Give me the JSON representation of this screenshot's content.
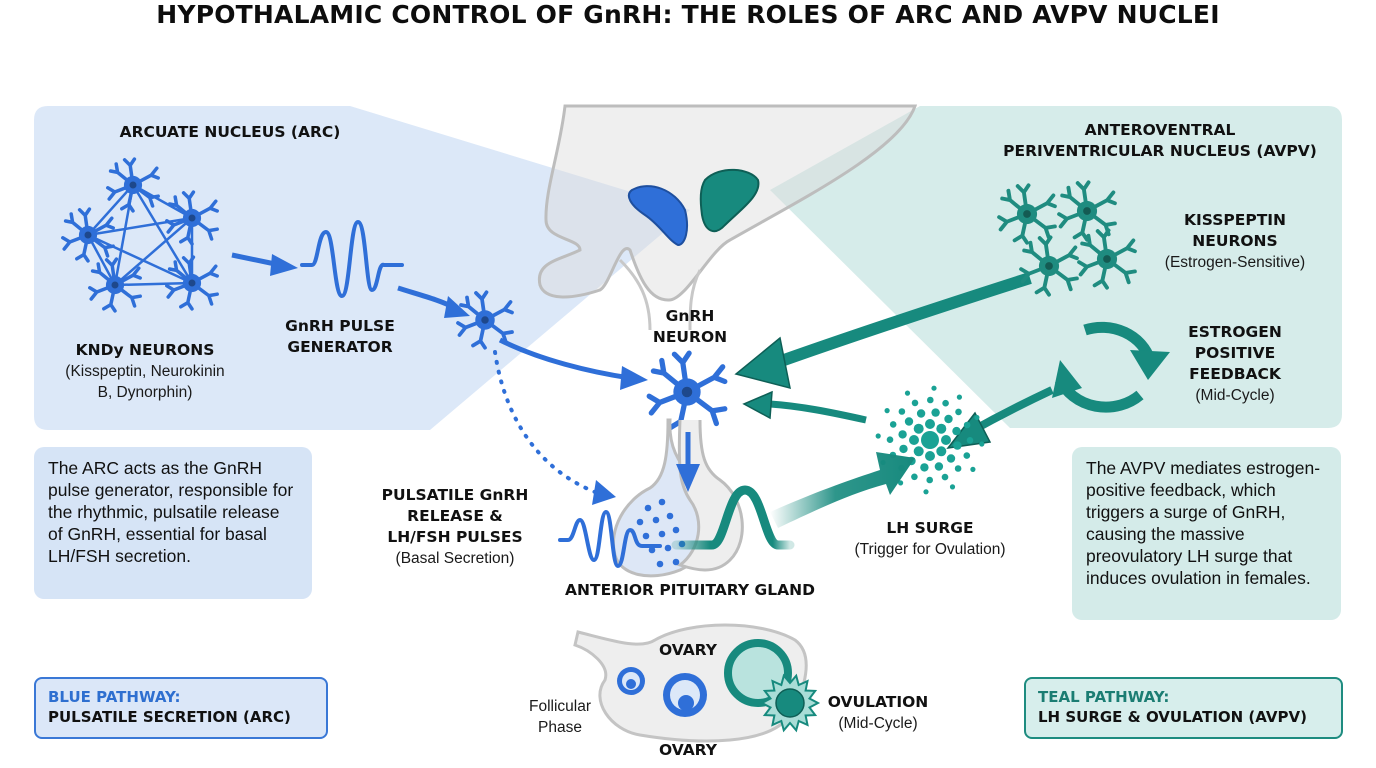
{
  "title": "HYPOTHALAMIC CONTROL OF GnRH: THE ROLES OF ARC AND AVPV NUCLEI",
  "colors": {
    "blue_accent": "#2f6fd8",
    "blue_panel": "#dce8f8",
    "teal_accent": "#178a7e",
    "teal_panel": "#d6ecea",
    "gray_outline": "#bdbdbd"
  },
  "arc": {
    "heading": "ARCUATE NUCLEUS (ARC)",
    "kndy_title": "KNDy NEURONS",
    "kndy_sub_1": "(Kisspeptin, Neurokinin",
    "kndy_sub_2": "B, Dynorphin)",
    "pulse_gen_1": "GnRH PULSE",
    "pulse_gen_2": "GENERATOR",
    "info": "The ARC acts as the GnRH pulse generator, responsible for the rhythmic, pulsatile release of GnRH, essential for basal LH/FSH secretion."
  },
  "avpv": {
    "heading_1": "ANTEROVENTRAL",
    "heading_2": "PERIVENTRICULAR NUCLEUS (AVPV)",
    "kiss_title_1": "KISSPEPTIN",
    "kiss_title_2": "NEURONS",
    "kiss_sub": "(Estrogen-Sensitive)",
    "feedback_1": "ESTROGEN",
    "feedback_2": "POSITIVE",
    "feedback_3": "FEEDBACK",
    "feedback_sub": "(Mid-Cycle)",
    "info": "The AVPV mediates estrogen-positive feedback, which triggers a surge of GnRH, causing the massive preovulatory LH surge that induces ovulation in females."
  },
  "center": {
    "gnrh_1": "GnRH",
    "gnrh_2": "NEURON",
    "pulsatile_1": "PULSATILE GnRH",
    "pulsatile_2": "RELEASE &",
    "pulsatile_3": "LH/FSH PULSES",
    "pulsatile_sub": "(Basal Secretion)",
    "pituitary": "ANTERIOR PITUITARY GLAND",
    "lh_surge": "LH SURGE",
    "lh_surge_sub": "(Trigger for Ovulation)"
  },
  "ovary": {
    "label_top": "OVARY",
    "label_bottom": "OVARY",
    "follicular_1": "Follicular",
    "follicular_2": "Phase",
    "ovulation": "OVULATION",
    "ovulation_sub": "(Mid-Cycle)"
  },
  "legend": {
    "blue_key": "BLUE PATHWAY:",
    "blue_desc": "PULSATILE SECRETION (ARC)",
    "teal_key": "TEAL PATHWAY:",
    "teal_desc": "LH SURGE & OVULATION (AVPV)"
  }
}
